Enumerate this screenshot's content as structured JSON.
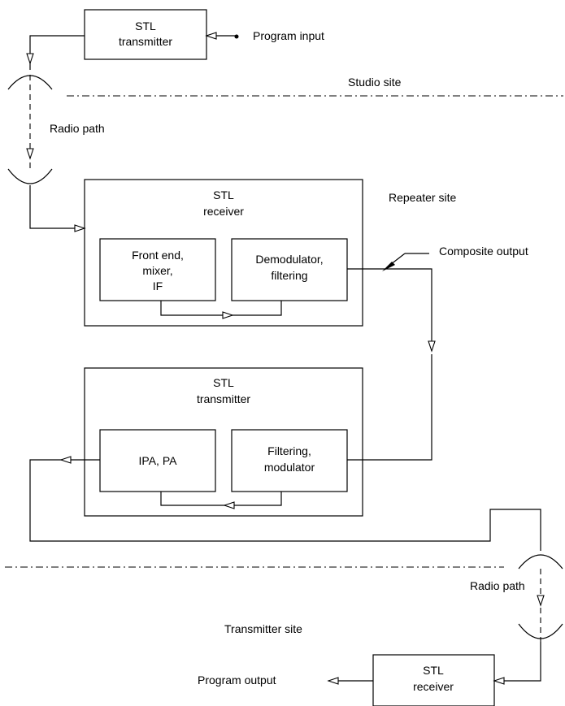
{
  "studio_tx": {
    "line1": "STL",
    "line2": "transmitter"
  },
  "program_input": "Program input",
  "studio_site": "Studio site",
  "radio_path_1": "Radio path",
  "repeater_site": "Repeater site",
  "repeater_rx": {
    "line1": "STL",
    "line2": "receiver",
    "front_end": [
      "Front end,",
      "mixer,",
      "IF"
    ],
    "demod": [
      "Demodulator,",
      "filtering"
    ]
  },
  "composite_output": "Composite output",
  "repeater_tx": {
    "line1": "STL",
    "line2": "transmitter",
    "ipa": "IPA, PA",
    "filtering": [
      "Filtering,",
      "modulator"
    ]
  },
  "radio_path_2": "Radio path",
  "transmitter_site": "Transmitter site",
  "final_rx": {
    "line1": "STL",
    "line2": "receiver"
  },
  "program_output": "Program output"
}
